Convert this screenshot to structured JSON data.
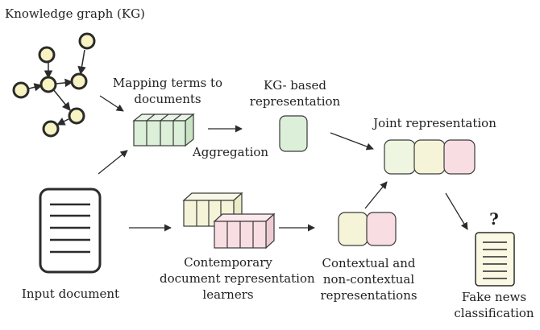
{
  "kg": {
    "title": "Knowledge graph (KG)"
  },
  "labels": {
    "mapping": [
      "Mapping terms to",
      "documents"
    ],
    "aggregation": "Aggregation",
    "kg_based": [
      "KG- based",
      "representation"
    ],
    "joint": "Joint representation",
    "contemporary": [
      "Contemporary",
      "document representation",
      "learners"
    ],
    "contextual": [
      "Contextual and",
      "non-contextual",
      "representations"
    ],
    "input": "Input document",
    "fake": [
      "Fake news",
      "classification"
    ],
    "question": "?"
  },
  "colors": {
    "green": "#dcefd8",
    "yellow": "#f6f4d8",
    "pink": "#f8dde3",
    "node_fill": "#f7f3c2",
    "stroke": "#2b2b2b"
  }
}
